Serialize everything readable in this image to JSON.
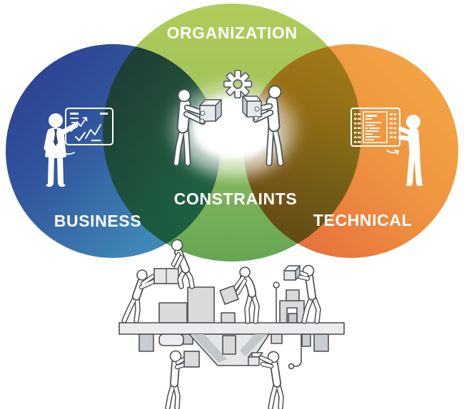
{
  "diagram": {
    "type": "venn-3",
    "labels": {
      "organization": "ORGANIZATION",
      "business": "BUSINESS",
      "technical": "TECHNICAL",
      "constraints": "CONSTRAINTS"
    },
    "colors": {
      "business_gradient_start": "#2b3a8d",
      "business_gradient_end": "#4693c2",
      "organization_gradient_start": "#b2cc5c",
      "organization_gradient_end": "#66a654",
      "technical_gradient_start": "#f3ab45",
      "technical_gradient_end": "#e2653a",
      "overlap_blue_green": "#1d6066",
      "overlap_green_orange": "#9a8a28",
      "label_text": "#ffffff",
      "line_art": "#4b4f54"
    },
    "icons": [
      "gear-icon",
      "business-presentation-icon",
      "box-exchange-workers-icon",
      "technical-code-screen-icon",
      "teamwork-construction-illustration"
    ]
  }
}
